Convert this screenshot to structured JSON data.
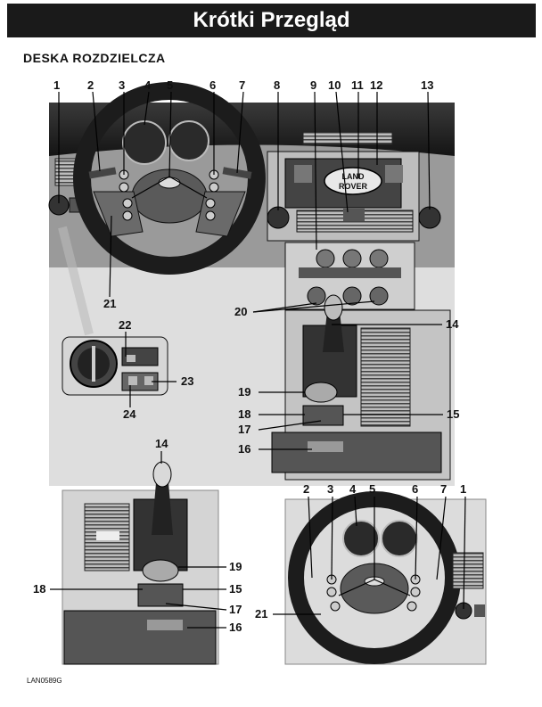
{
  "header": {
    "title": "Krótki Przegląd"
  },
  "section": {
    "heading": "DESKA ROZDZIELCZA"
  },
  "figure_id": "LAN0589G",
  "callouts": {
    "main_top": [
      "1",
      "2",
      "3",
      "4",
      "5",
      "6",
      "7",
      "8",
      "9",
      "10",
      "11",
      "12",
      "13"
    ],
    "main_21": "21",
    "main_20": "20",
    "main_14": "14",
    "inset_22": "22",
    "inset_23": "23",
    "inset_24": "24",
    "console_19": "19",
    "console_18": "18",
    "console_15": "15",
    "console_17": "17",
    "console_16": "16",
    "bl_14": "14",
    "bl_19": "19",
    "bl_18": "18",
    "bl_15": "15",
    "bl_17": "17",
    "bl_16": "16",
    "br_top": [
      "2",
      "3",
      "4",
      "5",
      "6",
      "7",
      "1"
    ],
    "br_21": "21"
  },
  "badge": {
    "line1": "LAND",
    "line2": "ROVER"
  }
}
